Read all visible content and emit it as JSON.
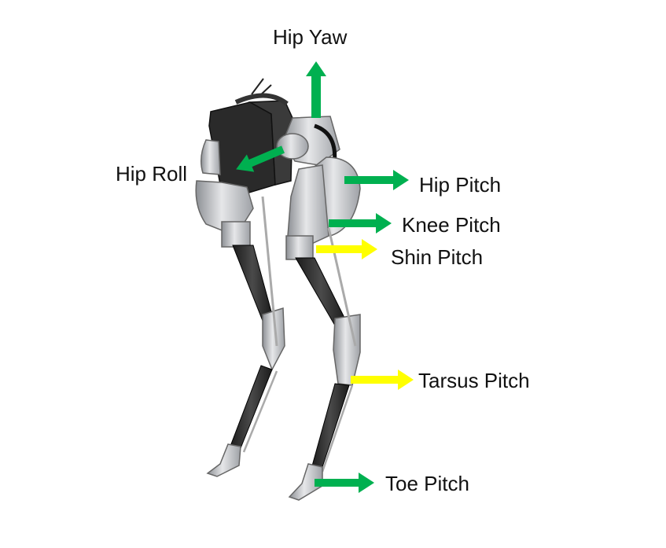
{
  "title": "",
  "colors": {
    "actuated": "#00b050",
    "passive": "#ffff00",
    "carbon": "#2b2b2b",
    "aluminum": "#c7c9cc"
  },
  "joints": [
    {
      "id": "hip_yaw",
      "label": "Hip Yaw",
      "type": "actuated",
      "direction": "up"
    },
    {
      "id": "hip_roll",
      "label": "Hip Roll",
      "type": "actuated",
      "direction": "left-down"
    },
    {
      "id": "hip_pitch",
      "label": "Hip Pitch",
      "type": "actuated",
      "direction": "right"
    },
    {
      "id": "knee_pitch",
      "label": "Knee Pitch",
      "type": "actuated",
      "direction": "right"
    },
    {
      "id": "shin_pitch",
      "label": "Shin Pitch",
      "type": "passive",
      "direction": "right"
    },
    {
      "id": "tarsus_pitch",
      "label": "Tarsus Pitch",
      "type": "passive",
      "direction": "right"
    },
    {
      "id": "toe_pitch",
      "label": "Toe Pitch",
      "type": "actuated",
      "direction": "right"
    }
  ]
}
